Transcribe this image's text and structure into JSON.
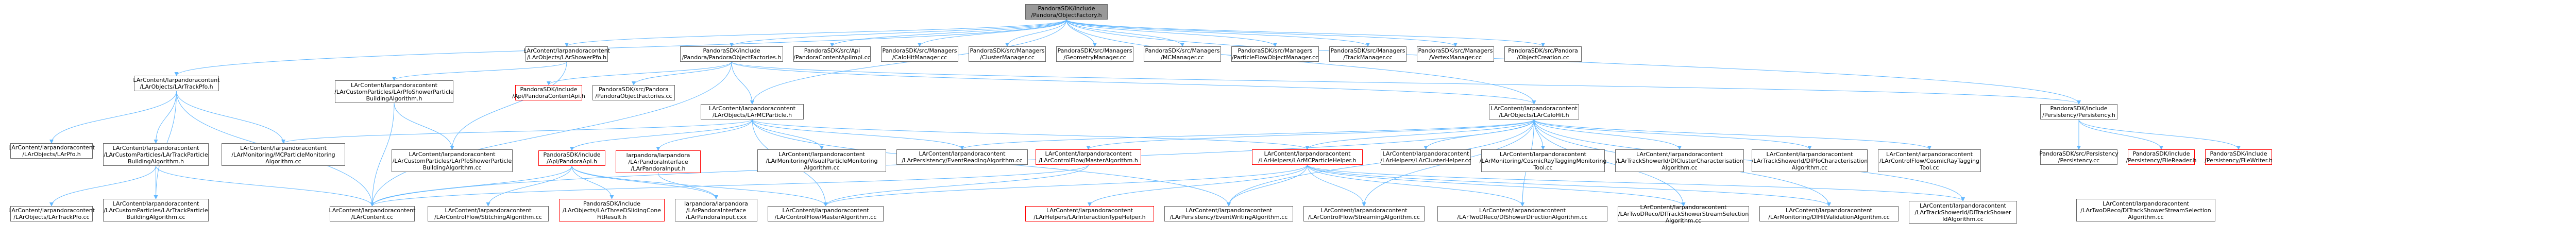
{
  "graph": {
    "edge_color": "#63b8ff",
    "node_border": "#666666",
    "highlight_border": "#ff0000",
    "root_fill": "#999999",
    "nodes": [
      {
        "id": "root",
        "lines": [
          "PandoraSDK/include",
          "/Pandora/ObjectFactory.h"
        ],
        "style": "root"
      },
      {
        "id": "lashowerpfo",
        "lines": [
          "LArContent/larpandoracontent",
          "/LArObjects/LArShowerPfo.h"
        ]
      },
      {
        "id": "pandoraobjectfactories",
        "lines": [
          "PandoraSDK/include",
          "/Pandora/PandoraObjectFactories.h"
        ]
      },
      {
        "id": "pandoracontentapiimpl",
        "lines": [
          "PandoraSDK/src/Api",
          "/PandoraContentApiImpl.cc"
        ]
      },
      {
        "id": "calohitmanager",
        "lines": [
          "PandoraSDK/src/Managers",
          "/CaloHitManager.cc"
        ]
      },
      {
        "id": "clustermanager",
        "lines": [
          "PandoraSDK/src/Managers",
          "/ClusterManager.cc"
        ]
      },
      {
        "id": "geometrymanager",
        "lines": [
          "PandoraSDK/src/Managers",
          "/GeometryManager.cc"
        ]
      },
      {
        "id": "mcmanager",
        "lines": [
          "PandoraSDK/src/Managers",
          "/MCManager.cc"
        ]
      },
      {
        "id": "particleflowobjectmanager",
        "lines": [
          "PandoraSDK/src/Managers",
          "/ParticleFlowObjectManager.cc"
        ]
      },
      {
        "id": "trackmanager",
        "lines": [
          "PandoraSDK/src/Managers",
          "/TrackManager.cc"
        ]
      },
      {
        "id": "vertexmanager",
        "lines": [
          "PandoraSDK/src/Managers",
          "/VertexManager.cc"
        ]
      },
      {
        "id": "objectcreation",
        "lines": [
          "PandoraSDK/src/Pandora",
          "/ObjectCreation.cc"
        ]
      },
      {
        "id": "latrackpfo",
        "lines": [
          "LArContent/larpandoracontent",
          "/LArObjects/LArTrackPfo.h"
        ]
      },
      {
        "id": "pfoshowerbuilding",
        "lines": [
          "LArContent/larpandoracontent",
          "/LArCustomParticles/LArPfoShowerParticle",
          "BuildingAlgorithm.h"
        ]
      },
      {
        "id": "pandoracontentapi_h",
        "lines": [
          "PandoraSDK/include",
          "/Api/PandoraContentApi.h"
        ],
        "style": "red"
      },
      {
        "id": "pandoraobjectfactories_cc",
        "lines": [
          "PandoraSDK/src/Pandora",
          "/PandoraObjectFactories.cc"
        ]
      },
      {
        "id": "lamcparticle",
        "lines": [
          "LArContent/larpandoracontent",
          "/LArObjects/LArMCParticle.h"
        ]
      },
      {
        "id": "lacalohit",
        "lines": [
          "LArContent/larpandoracontent",
          "/LArObjects/LArCaloHit.h"
        ]
      },
      {
        "id": "persistency_h",
        "lines": [
          "PandoraSDK/include",
          "/Persistency/Persistency.h"
        ]
      },
      {
        "id": "laobjects_pfo",
        "lines": [
          "LArContent/larpandoracontent",
          "/LArObjects/LArPfo.h"
        ]
      },
      {
        "id": "tracksparticlebuilding",
        "lines": [
          "LArContent/larpandoracontent",
          "/LArCustomParticles/LArTrackParticle",
          "BuildingAlgorithm.h"
        ]
      },
      {
        "id": "mcparticlemonitoring",
        "lines": [
          "LArContent/larpandoracontent",
          "/LArMonitoring/MCParticleMonitoring",
          "Algorithm.cc"
        ]
      },
      {
        "id": "pandoraapi_h",
        "lines": [
          "PandoraSDK/include",
          "/Api/PandoraApi.h"
        ],
        "style": "red"
      },
      {
        "id": "larpandorainterface",
        "lines": [
          "larpandora/larpandora",
          "/LArPandoraInterface",
          "/LArPandoraInput.h"
        ],
        "style": "red"
      },
      {
        "id": "pfoshowerbuilding_cc",
        "lines": [
          "LArContent/larpandoracontent",
          "/LArCustomParticles/LArPfoShowerParticle",
          "BuildingAlgorithm.cc"
        ]
      },
      {
        "id": "visualparticlemonitoring",
        "lines": [
          "LArContent/larpandoracontent",
          "/LArMonitoring/VisualParticleMonitoring",
          "Algorithm.cc"
        ]
      },
      {
        "id": "eventreading",
        "lines": [
          "LArContent/larpandoracontent",
          "/LArPersistency/EventReadingAlgorithm.cc"
        ]
      },
      {
        "id": "controlflow_master_h",
        "lines": [
          "LArContent/larpandoracontent",
          "/LArControlFlow/MasterAlgorithm.h"
        ],
        "style": "red"
      },
      {
        "id": "lamcparticlehelper",
        "lines": [
          "LArContent/larpandoracontent",
          "/LArHelpers/LArMCParticleHelper.h"
        ],
        "style": "red"
      },
      {
        "id": "laclusterhelper",
        "lines": [
          "LArContent/larpandoracontent",
          "/LArHelpers/LArClusterHelper.cc"
        ]
      },
      {
        "id": "cosmicraytagging_monitoring",
        "lines": [
          "LArContent/larpandoracontent",
          "/LArMonitoring/CosmicRayTaggingMonitoring",
          "Tool.cc"
        ]
      },
      {
        "id": "dlclustercharacterisation",
        "lines": [
          "LArContent/larpandoracontent",
          "/LArTrackShowerId/DlClusterCharacterisation",
          "Algorithm.cc"
        ]
      },
      {
        "id": "dlpfocharacterisation",
        "lines": [
          "LArContent/larpandoracontent",
          "/LArTrackShowerId/DlPfoCharacterisation",
          "Algorithm.cc"
        ]
      },
      {
        "id": "cosmicraytagging_tool",
        "lines": [
          "LArContent/larpandoracontent",
          "/LArControlFlow/CosmicRayTagging",
          "Tool.cc"
        ]
      },
      {
        "id": "persistency_cc",
        "lines": [
          "PandoraSDK/src/Persistency",
          "/Persistency.cc"
        ]
      },
      {
        "id": "pandorafilereader",
        "lines": [
          "PandoraSDK/include",
          "/Persistency/FileReader.h"
        ],
        "style": "red"
      },
      {
        "id": "pandorafilewriter",
        "lines": [
          "PandoraSDK/include",
          "/Persistency/FileWriter.h"
        ],
        "style": "red"
      },
      {
        "id": "latrackpfo_cc",
        "lines": [
          "LArContent/larpandoracontent",
          "/LArObjects/LArTrackPfo.cc"
        ]
      },
      {
        "id": "tracksparticlebuilding_cc",
        "lines": [
          "LArContent/larpandoracontent",
          "/LArCustomParticles/LArTrackParticle",
          "BuildingAlgorithm.cc"
        ]
      },
      {
        "id": "lacontent_cc",
        "lines": [
          "LArContent/larpandoracontent",
          "/LArContent.cc"
        ]
      },
      {
        "id": "controlflow_stitching",
        "lines": [
          "LArContent/larpandoracontent",
          "/LArControlFlow/StitchingAlgorithm.cc"
        ]
      },
      {
        "id": "sliding_cone",
        "lines": [
          "PandoraSDK/include",
          "/LArObjects/LArThreeDSlidingCone",
          "FitResult.h"
        ],
        "style": "red"
      },
      {
        "id": "larpandorainput_cxx",
        "lines": [
          "larpandora/larpandora",
          "/LArPandoraInterface",
          "/LArPandoraInput.cxx"
        ]
      },
      {
        "id": "controlflow_master_cc",
        "lines": [
          "LArContent/larpandoracontent",
          "/LArControlFlow/MasterAlgorithm.cc"
        ]
      },
      {
        "id": "interactiontypehelper",
        "lines": [
          "LArContent/larpandoracontent",
          "/LArHelpers/LArInteractionTypeHelper.h"
        ],
        "style": "red"
      },
      {
        "id": "eventwriting",
        "lines": [
          "LArContent/larpandoracontent",
          "/LArPersistency/EventWritingAlgorithm.cc"
        ]
      },
      {
        "id": "controlflow_streaming",
        "lines": [
          "LArContent/larpandoracontent",
          "/LArControlFlow/StreamingAlgorithm.cc"
        ]
      },
      {
        "id": "dlshowerselection",
        "lines": [
          "LArContent/larpandoracontent",
          "/LArTwoDReco/DlTrackShowerStreamSelection",
          "Algorithm.cc"
        ]
      },
      {
        "id": "dlshowerdirection",
        "lines": [
          "LArContent/larpandoracontent",
          "/LArTwoDReco/DlShowerDirectionAlgorithm.cc"
        ]
      },
      {
        "id": "dlhitvalidation",
        "lines": [
          "LArContent/larpandoracontent",
          "/LArMonitoring/DlHitValidationAlgorithm.cc"
        ]
      },
      {
        "id": "dltrackshower",
        "lines": [
          "LArContent/larpandoracontent",
          "/LArTrackShowerId/DlTrackShower",
          "IdAlgorithm.cc"
        ]
      },
      {
        "id": "dlvertexing",
        "lines": [
          "LArContent/larpandoracontent",
          "/LArTwoDReco/DlTrackShowerStreamSelection",
          "Algorithm.cc"
        ]
      }
    ],
    "edges": [
      [
        "root",
        "lashowerpfo"
      ],
      [
        "root",
        "pandoraobjectfactories"
      ],
      [
        "root",
        "pandoracontentapiimpl"
      ],
      [
        "root",
        "calohitmanager"
      ],
      [
        "root",
        "clustermanager"
      ],
      [
        "root",
        "geometrymanager"
      ],
      [
        "root",
        "mcmanager"
      ],
      [
        "root",
        "particleflowobjectmanager"
      ],
      [
        "root",
        "trackmanager"
      ],
      [
        "root",
        "vertexmanager"
      ],
      [
        "root",
        "objectcreation"
      ],
      [
        "root",
        "latrackpfo"
      ],
      [
        "root",
        "lacalohit"
      ],
      [
        "root",
        "persistency_h"
      ],
      [
        "root",
        "lamcparticle"
      ],
      [
        "lashowerpfo",
        "pfoshowerbuilding"
      ],
      [
        "lashowerpfo",
        "pfoshowerbuilding_cc"
      ],
      [
        "pandoraobjectfactories",
        "pandoracontentapi_h"
      ],
      [
        "pandoraobjectfactories",
        "pandoraobjectfactories_cc"
      ],
      [
        "pandoraobjectfactories",
        "lamcparticle"
      ],
      [
        "pandoraobjectfactories",
        "lacalohit"
      ],
      [
        "pandoraobjectfactories",
        "persistency_h"
      ],
      [
        "pandoraobjectfactories",
        "lacontent_cc"
      ],
      [
        "latrackpfo",
        "laobjects_pfo"
      ],
      [
        "latrackpfo",
        "tracksparticlebuilding"
      ],
      [
        "latrackpfo",
        "mcparticlemonitoring"
      ],
      [
        "latrackpfo",
        "lacontent_cc"
      ],
      [
        "latrackpfo",
        "tracksparticlebuilding_cc"
      ],
      [
        "pfoshowerbuilding",
        "lacontent_cc"
      ],
      [
        "pfoshowerbuilding",
        "pfoshowerbuilding_cc"
      ],
      [
        "lamcparticle",
        "pandoraapi_h"
      ],
      [
        "lamcparticle",
        "larpandorainterface"
      ],
      [
        "lamcparticle",
        "visualparticlemonitoring"
      ],
      [
        "lamcparticle",
        "eventreading"
      ],
      [
        "lamcparticle",
        "mcparticlemonitoring"
      ],
      [
        "lamcparticle",
        "lamcparticlehelper"
      ],
      [
        "lamcparticle",
        "controlflow_master_cc"
      ],
      [
        "lamcparticle",
        "eventwriting"
      ],
      [
        "lacalohit",
        "controlflow_master_h"
      ],
      [
        "lacalohit",
        "lamcparticlehelper"
      ],
      [
        "lacalohit",
        "laclusterhelper"
      ],
      [
        "lacalohit",
        "cosmicraytagging_monitoring"
      ],
      [
        "lacalohit",
        "dlclustercharacterisation"
      ],
      [
        "lacalohit",
        "dlpfocharacterisation"
      ],
      [
        "lacalohit",
        "cosmicraytagging_tool"
      ],
      [
        "lacalohit",
        "eventreading"
      ],
      [
        "lacalohit",
        "lacontent_cc"
      ],
      [
        "lacalohit",
        "dlshowerselection"
      ],
      [
        "lacalohit",
        "dlshowerdirection"
      ],
      [
        "lacalohit",
        "dlhitvalidation"
      ],
      [
        "lacalohit",
        "dltrackshower"
      ],
      [
        "lacalohit",
        "controlflow_streaming"
      ],
      [
        "lacalohit",
        "eventwriting"
      ],
      [
        "persistency_h",
        "persistency_cc"
      ],
      [
        "persistency_h",
        "pandorafilereader"
      ],
      [
        "persistency_h",
        "pandorafilewriter"
      ],
      [
        "tracksparticlebuilding",
        "latrackpfo_cc"
      ],
      [
        "tracksparticlebuilding",
        "tracksparticlebuilding_cc"
      ],
      [
        "tracksparticlebuilding",
        "lacontent_cc"
      ],
      [
        "pandoraapi_h",
        "lacontent_cc"
      ],
      [
        "pandoraapi_h",
        "controlflow_stitching"
      ],
      [
        "pandoraapi_h",
        "sliding_cone"
      ],
      [
        "pandoraapi_h",
        "larpandorainput_cxx"
      ],
      [
        "pandoraapi_h",
        "controlflow_master_cc"
      ],
      [
        "larpandorainterface",
        "larpandorainput_cxx"
      ],
      [
        "controlflow_master_h",
        "controlflow_master_cc"
      ],
      [
        "controlflow_master_h",
        "lacontent_cc"
      ],
      [
        "lamcparticlehelper",
        "interactiontypehelper"
      ],
      [
        "lamcparticlehelper",
        "eventwriting"
      ],
      [
        "lamcparticlehelper",
        "controlflow_streaming"
      ],
      [
        "lamcparticlehelper",
        "dlshowerdirection"
      ],
      [
        "lamcparticlehelper",
        "dlhitvalidation"
      ],
      [
        "lamcparticlehelper",
        "dltrackshower"
      ],
      [
        "lamcparticlehelper",
        "controlflow_master_cc"
      ],
      [
        "lamcparticlehelper",
        "dlshowerselection"
      ]
    ]
  }
}
